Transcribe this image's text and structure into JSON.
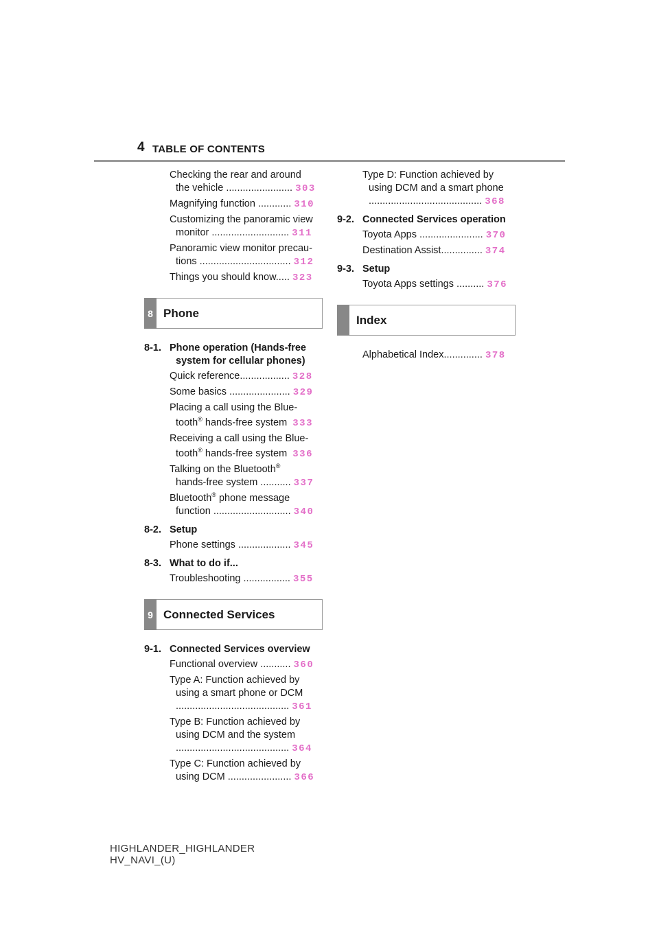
{
  "header": {
    "page_number": "4",
    "title": "TABLE OF CONTENTS"
  },
  "left": {
    "entries_a": [
      {
        "line1": "Checking the rear and around",
        "line2": "the vehicle ........................",
        "page": "303"
      },
      {
        "line1": "",
        "line2": "Magnifying function ............",
        "page": "310",
        "single": true
      },
      {
        "line1": "Customizing the panoramic view",
        "line2": "monitor ............................",
        "page": "311"
      },
      {
        "line1": "Panoramic view monitor precau-",
        "line2": "tions .................................",
        "page": "312"
      },
      {
        "line1": "",
        "line2": "Things you should know.....",
        "page": "323",
        "single": true
      }
    ],
    "chapter8": {
      "num": "8",
      "title": "Phone"
    },
    "sec81": {
      "num": "8-1.",
      "label_line1": "Phone operation (Hands-free",
      "label_line2": "system for cellular phones)"
    },
    "entries_81": [
      {
        "line2": "Quick reference..................",
        "page": "328"
      },
      {
        "line2": "Some basics ......................",
        "page": "329"
      },
      {
        "line1": "Placing a call using the Blue-",
        "line2a": "tooth",
        "sup": "®",
        "line2b": " hands-free system",
        "page": "333"
      },
      {
        "line1": "Receiving a call using the Blue-",
        "line2a": "tooth",
        "sup": "®",
        "line2b": " hands-free system",
        "page": "336"
      },
      {
        "line1a": "Talking on the Bluetooth",
        "sup": "®",
        "line2": "hands-free system ...........",
        "page": "337"
      },
      {
        "line1a": "Bluetooth",
        "sup": "®",
        "line1b": " phone message",
        "line2": "function ............................",
        "page": "340"
      }
    ],
    "sec82": {
      "num": "8-2.",
      "label": "Setup"
    },
    "entry_82": {
      "line2": "Phone settings ...................",
      "page": "345"
    },
    "sec83": {
      "num": "8-3.",
      "label": "What to do if..."
    },
    "entry_83": {
      "line2": "Troubleshooting .................",
      "page": "355"
    },
    "chapter9": {
      "num": "9",
      "title": "Connected Services"
    },
    "sec91": {
      "num": "9-1.",
      "label": "Connected Services overview"
    },
    "entries_91": [
      {
        "line2": "Functional overview ...........",
        "page": "360"
      },
      {
        "line1": "Type A: Function achieved by",
        "line1c": "using a smart phone or DCM",
        "line2": ".........................................",
        "page": "361"
      },
      {
        "line1": "Type B: Function achieved by",
        "line1c": "using DCM and the system",
        "line2": ".........................................",
        "page": "364"
      },
      {
        "line1": "Type C: Function achieved by",
        "line2": "using DCM .......................",
        "page": "366"
      }
    ]
  },
  "right": {
    "entry_d": {
      "line1": "Type D: Function achieved by",
      "line1c": "using DCM and a smart phone",
      "line2": ".........................................",
      "page": "368"
    },
    "sec92": {
      "num": "9-2.",
      "label": "Connected Services operation"
    },
    "entries_92": [
      {
        "line2": "Toyota Apps .......................",
        "page": "370"
      },
      {
        "line2": "Destination Assist...............",
        "page": "374"
      }
    ],
    "sec93": {
      "num": "9-3.",
      "label": "Setup"
    },
    "entry_93": {
      "line2": "Toyota Apps settings ..........",
      "page": "376"
    },
    "chapter_index": {
      "title": "Index"
    },
    "entry_index": {
      "line2": "Alphabetical Index..............",
      "page": "378"
    }
  },
  "footer": {
    "line1": "HIGHLANDER_HIGHLANDER",
    "line2": "HV_NAVI_(U)"
  },
  "colors": {
    "page_link": "#e36fc8",
    "tab_gray": "#888888",
    "rule_gray": "#9a9a9a"
  }
}
